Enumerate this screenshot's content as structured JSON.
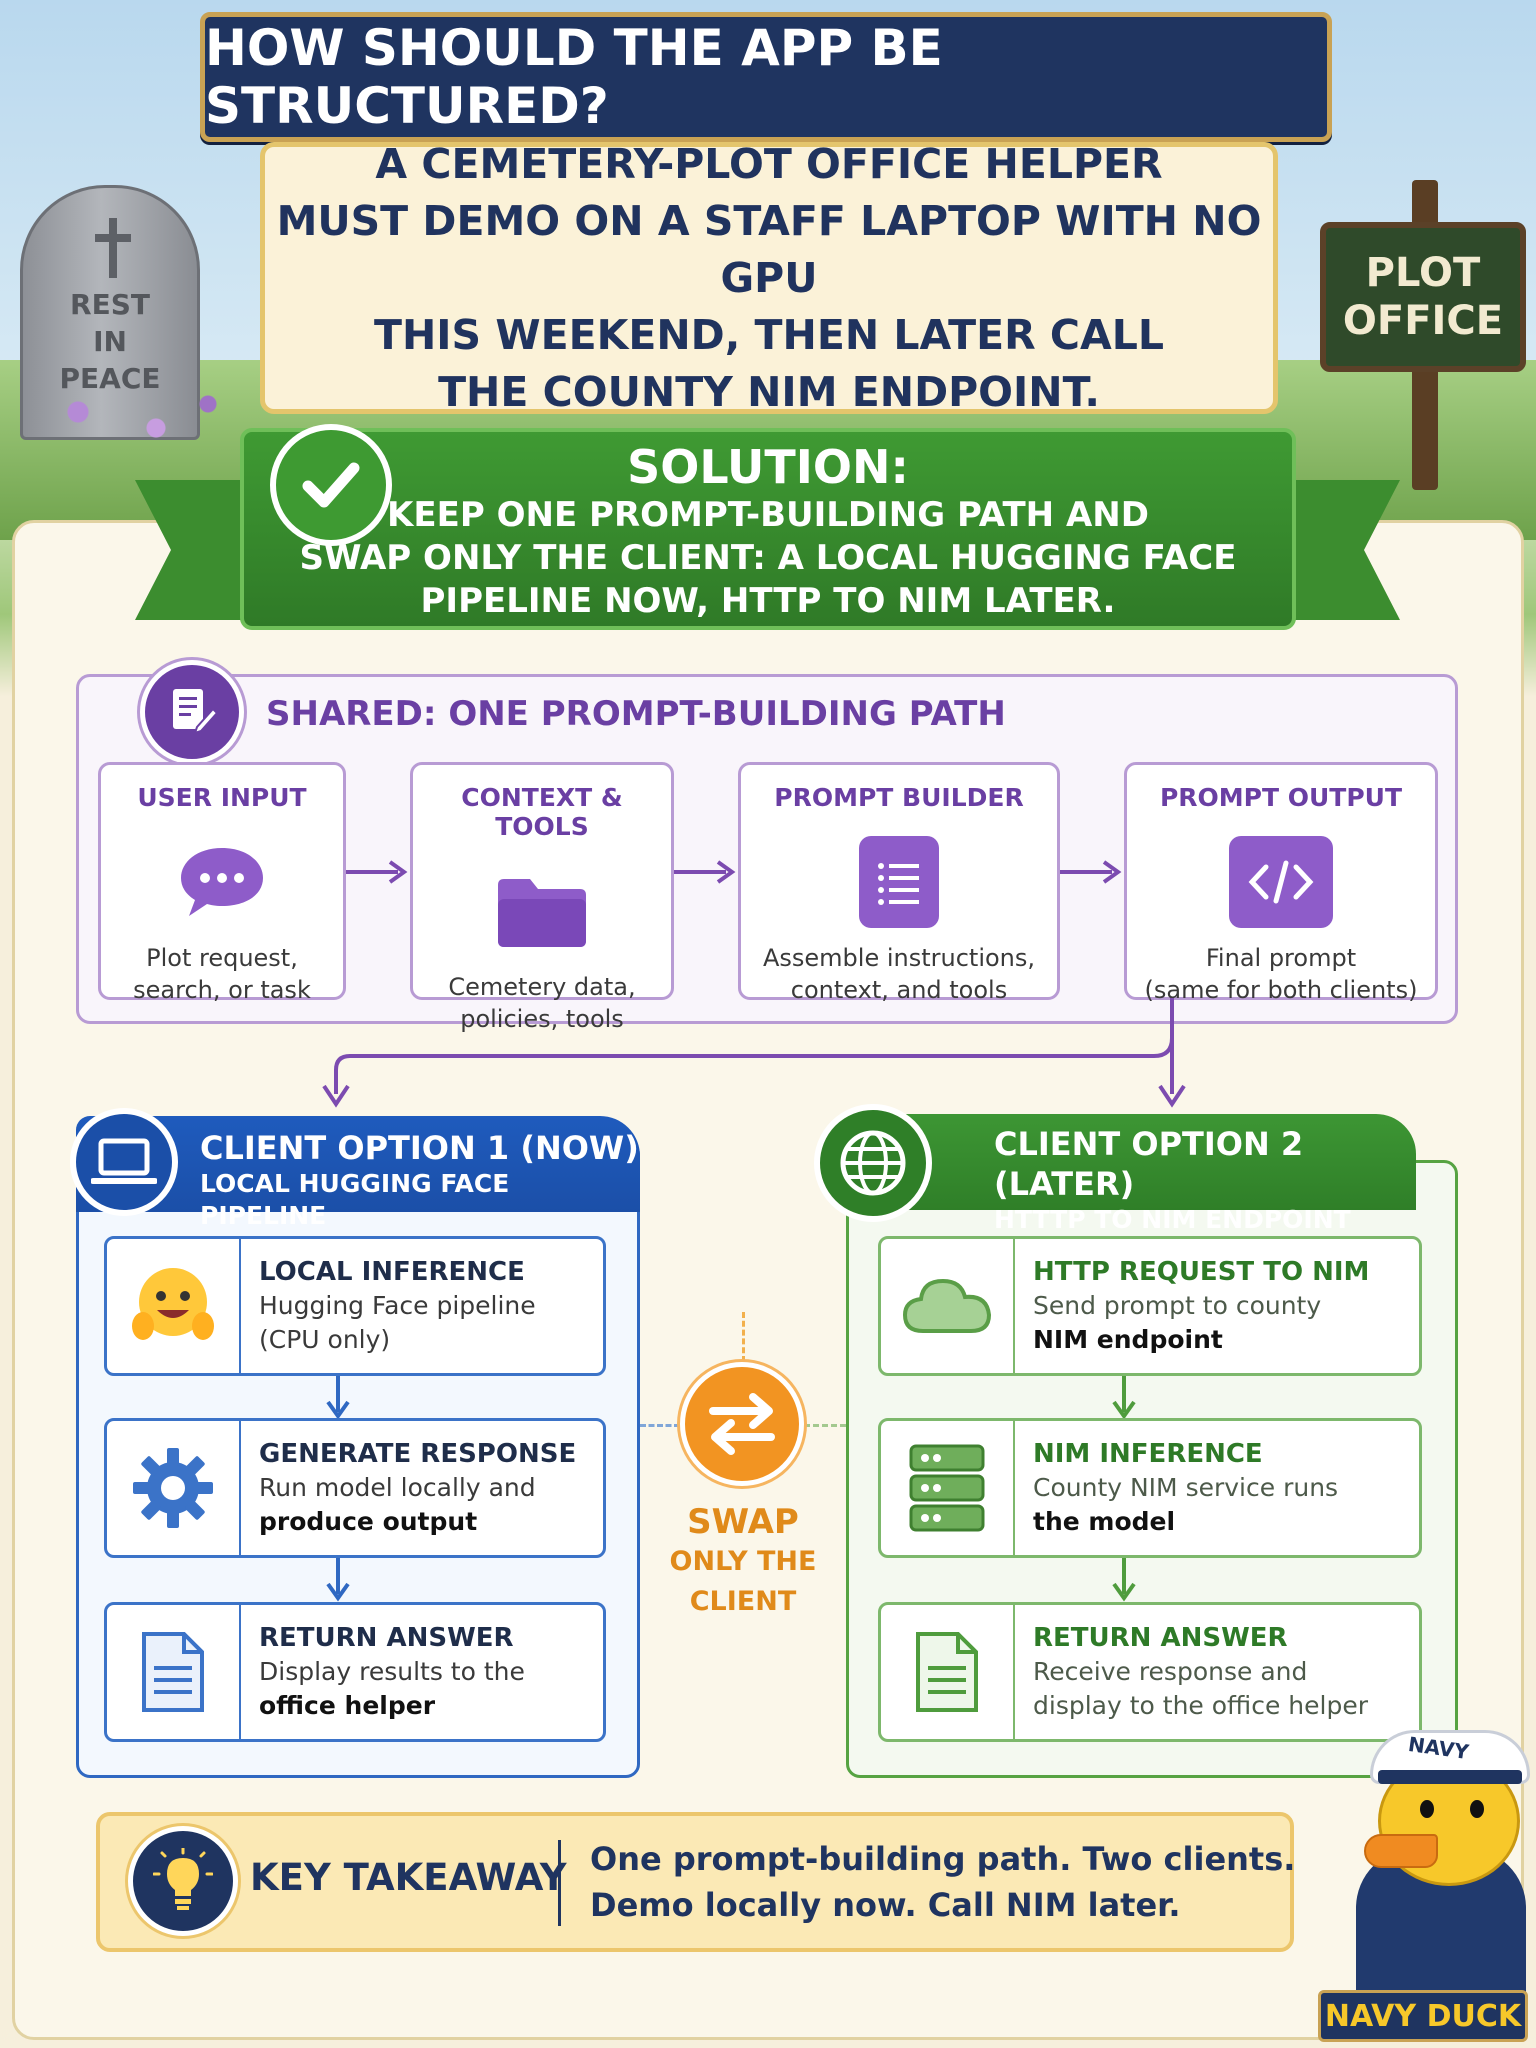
{
  "title": "HOW SHOULD THE APP BE STRUCTURED?",
  "problem": "A CEMETERY-PLOT OFFICE HELPER\nMUST DEMO ON A STAFF LAPTOP WITH NO GPU\nTHIS WEEKEND, THEN LATER CALL\nTHE COUNTY NIM ENDPOINT.",
  "scenery": {
    "tombstone": "REST\nIN\nPEACE",
    "sign": "PLOT\nOFFICE"
  },
  "solution": {
    "heading": "SOLUTION:",
    "body": "KEEP ONE PROMPT-BUILDING PATH AND\nSWAP ONLY THE CLIENT: A LOCAL HUGGING FACE\nPIPELINE NOW, HTTP TO NIM LATER."
  },
  "shared": {
    "title": "SHARED: ONE PROMPT-BUILDING PATH",
    "steps": [
      {
        "title": "USER INPUT",
        "desc": "Plot request,\nsearch, or task",
        "icon": "chat-bubble-icon"
      },
      {
        "title": "CONTEXT & TOOLS",
        "desc": "Cemetery data,\npolicies, tools",
        "icon": "folder-icon"
      },
      {
        "title": "PROMPT BUILDER",
        "desc": "Assemble instructions,\ncontext, and tools",
        "icon": "list-document-icon"
      },
      {
        "title": "PROMPT OUTPUT",
        "desc": "Final prompt\n(same for both clients)",
        "icon": "code-icon"
      }
    ]
  },
  "option1": {
    "title": "CLIENT OPTION 1 (NOW)",
    "subtitle": "LOCAL HUGGING FACE PIPELINE",
    "cards": [
      {
        "title": "LOCAL INFERENCE",
        "desc1": "Hugging Face pipeline",
        "desc2": "(CPU only)"
      },
      {
        "title": "GENERATE RESPONSE",
        "desc1": "Run model locally and",
        "desc2": "produce output"
      },
      {
        "title": "RETURN ANSWER",
        "desc1": "Display results to the",
        "desc2": "office helper"
      }
    ]
  },
  "option2": {
    "title": "CLIENT OPTION 2 (LATER)",
    "subtitle": "HTTTP TO NIM ENDPOINT",
    "cards": [
      {
        "title": "HTTP REQUEST TO NIM",
        "desc1": "Send prompt to county",
        "desc2": "NIM endpoint"
      },
      {
        "title": "NIM INFERENCE",
        "desc1": "County NIM service runs",
        "desc2": "the model"
      },
      {
        "title": "RETURN ANSWER",
        "desc1": "Receive response and",
        "desc2": "display to the office helper"
      }
    ]
  },
  "swap": {
    "line1": "SWAP",
    "line2": "ONLY THE",
    "line3": "CLIENT"
  },
  "takeaway": {
    "label": "KEY TAKEAWAY",
    "line1": "One prompt-building path. Two clients.",
    "line2": "Demo locally now. Call NIM later."
  },
  "mascot": {
    "hat": "NAVY",
    "badge": "NAVY DUCK"
  },
  "colors": {
    "navy": "#1f3460",
    "purple": "#6a3fa3",
    "blue": "#1f5bbd",
    "green": "#3d9634",
    "orange": "#f29422",
    "gold": "#c9a254"
  }
}
